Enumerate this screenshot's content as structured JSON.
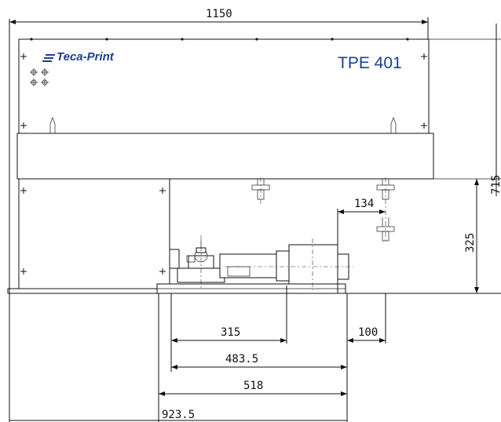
{
  "brand": {
    "logo_text": "Teca-Print",
    "model": "TPE 401",
    "color": "#1f3f8f"
  },
  "dimensions": {
    "overall_width": "1150",
    "overall_height": "715",
    "lower_height": "325",
    "offset_134": "134",
    "d315": "315",
    "d100": "100",
    "d483": "483.5",
    "d518": "518",
    "d923": "923.5"
  }
}
